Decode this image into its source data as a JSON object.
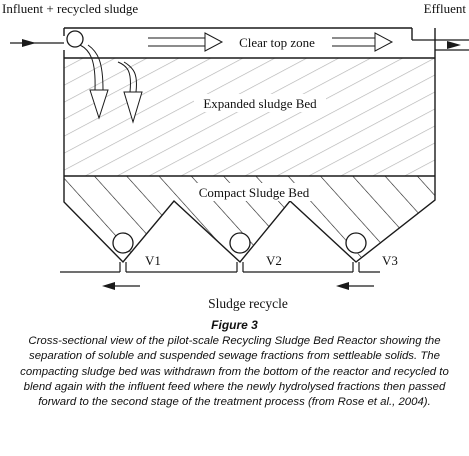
{
  "labels": {
    "influent": "Influent + recycled sludge",
    "effluent": "Effluent",
    "clear_zone": "Clear top zone",
    "expanded_bed": "Expanded sludge Bed",
    "compact_bed": "Compact Sludge Bed",
    "v1": "V1",
    "v2": "V2",
    "v3": "V3",
    "sludge_recycle": "Sludge recycle"
  },
  "caption": {
    "title": "Figure 3",
    "text": "Cross-sectional view of the pilot-scale Recycling Sludge Bed Reactor showing the separation of soluble and suspended sewage fractions from settleable solids. The compacting sludge bed was withdrawn from the bottom of the reactor and recycled to blend again with the influent feed where the newly hydrolysed fractions then passed forward to the second stage of the treatment process (from Rose et al., 2004)."
  }
}
